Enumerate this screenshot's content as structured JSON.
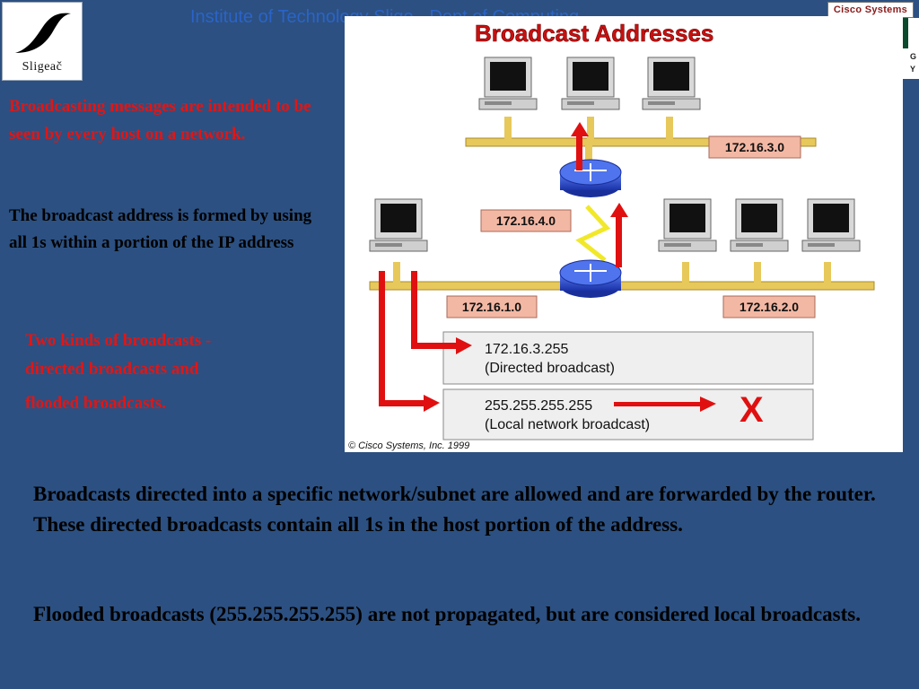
{
  "header": {
    "logo_text": "Sligeač",
    "institute": "Institute of Technology Sligo - Dept of Computing",
    "cisco_logo": "Cisco Systems",
    "cisco_tail": [
      "G",
      "Y"
    ]
  },
  "left": {
    "p1": "Broadcasting messages are intended to be seen by every host on a network.",
    "p2": "The broadcast address is formed by using all 1s within a portion of the IP address",
    "p3_line1": "Two kinds of broadcasts -",
    "p3_line2": "directed broadcasts  and",
    "p3_line3": "flooded broadcasts."
  },
  "diagram": {
    "title": "Broadcast Addresses",
    "net_top": "172.16.3.0",
    "net_mid": "172.16.4.0",
    "net_left": "172.16.1.0",
    "net_right": "172.16.2.0",
    "directed_addr": "172.16.3.255",
    "directed_label": "(Directed broadcast)",
    "local_addr": "255.255.255.255",
    "local_label": "(Local network broadcast)",
    "blocked_mark": "X",
    "copyright": "© Cisco Systems, Inc. 1999",
    "colors": {
      "arrow": "#e01010",
      "cable": "#e7c85a",
      "router": "#2a4bd0",
      "label_bg": "#f3b8a4"
    }
  },
  "bottom": {
    "p1": "Broadcasts directed into a specific network/subnet are allowed and are forwarded by the router. These directed broadcasts contain all 1s in the host portion of the address.",
    "p2": "Flooded broadcasts (255.255.255.255) are not propagated, but are considered local broadcasts."
  }
}
